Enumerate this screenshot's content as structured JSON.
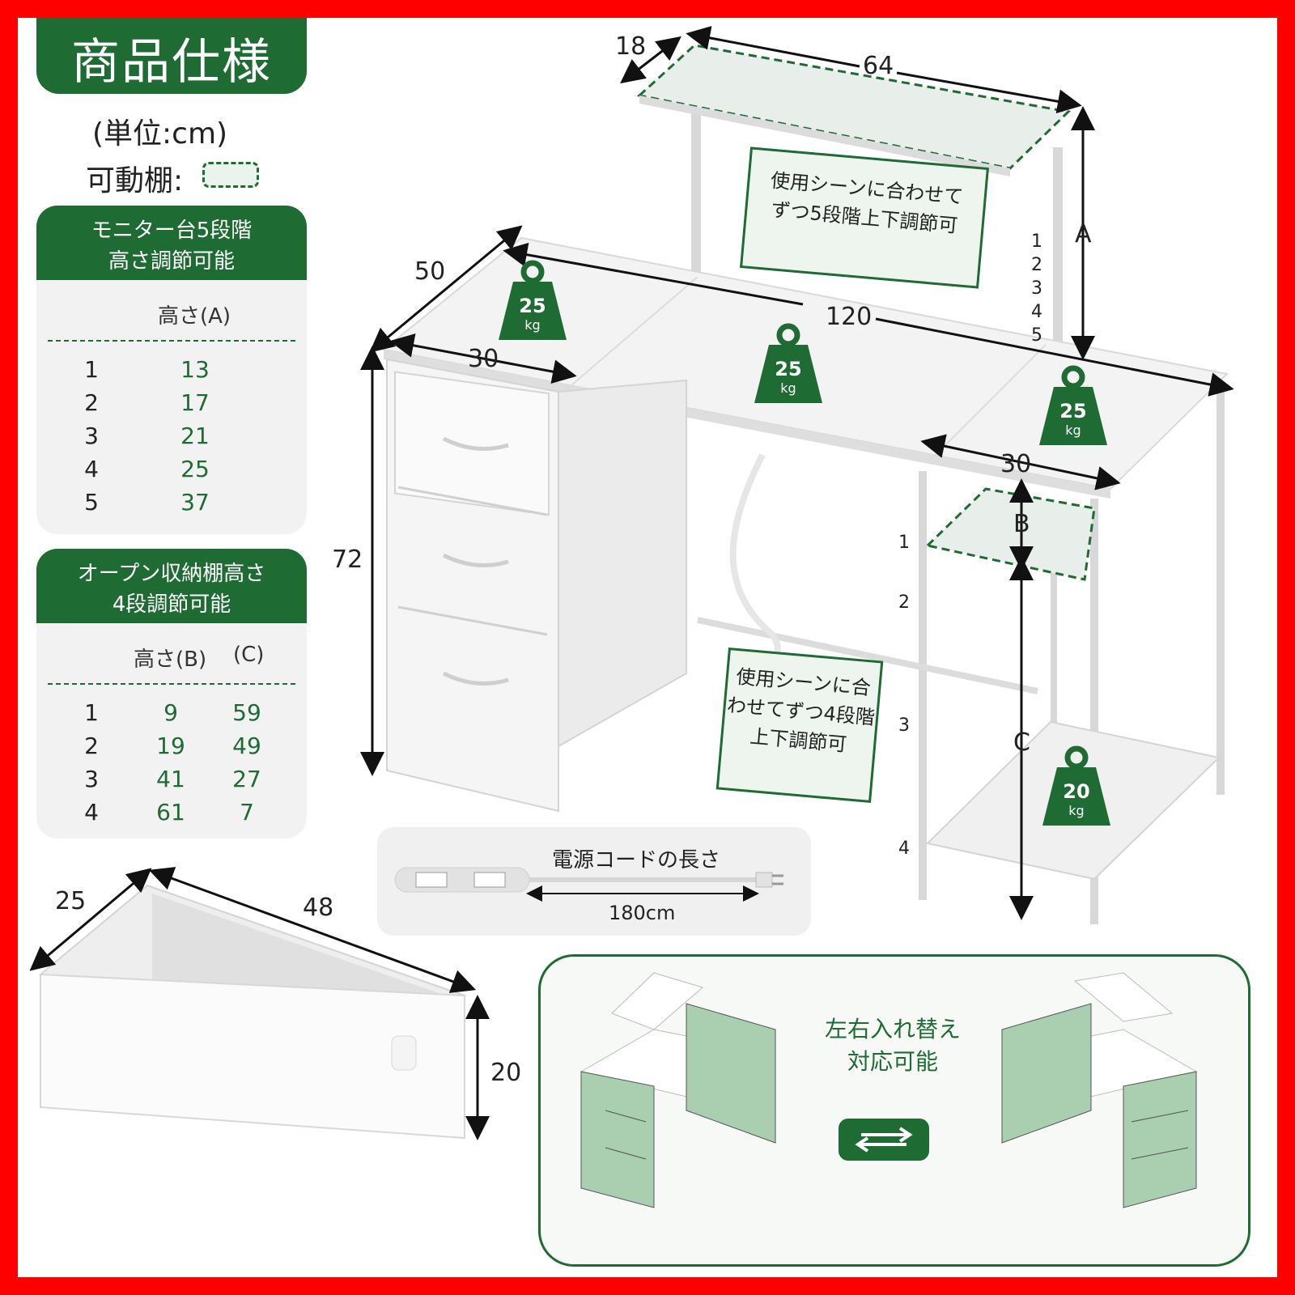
{
  "title": "商品仕様",
  "unit_note": "(単位:cm)",
  "adjustable_label": "可動棚:",
  "monitor_panel": {
    "heading_line1": "モニター台5段階",
    "heading_line2": "高さ調節可能",
    "col_header": "高さ(A)",
    "rows": [
      {
        "idx": "1",
        "a": "13"
      },
      {
        "idx": "2",
        "a": "17"
      },
      {
        "idx": "3",
        "a": "21"
      },
      {
        "idx": "4",
        "a": "25"
      },
      {
        "idx": "5",
        "a": "37"
      }
    ]
  },
  "open_panel": {
    "heading_line1": "オープン収納棚高さ",
    "heading_line2": "4段調節可能",
    "col_header_b": "高さ(B)",
    "col_header_c": "(C)",
    "rows": [
      {
        "idx": "1",
        "b": "9",
        "c": "59"
      },
      {
        "idx": "2",
        "b": "19",
        "c": "49"
      },
      {
        "idx": "3",
        "b": "41",
        "c": "27"
      },
      {
        "idx": "4",
        "b": "61",
        "c": "7"
      }
    ]
  },
  "dimensions": {
    "shelf_depth": "18",
    "shelf_width": "64",
    "desk_depth": "50",
    "desk_width": "120",
    "drawer_unit_width": "30",
    "side_shelf_width": "30",
    "desk_height": "72",
    "label_a": "A",
    "label_b": "B",
    "label_c": "C"
  },
  "monitor_levels": [
    "1",
    "2",
    "3",
    "4",
    "5"
  ],
  "shelf_levels": [
    "1",
    "2",
    "3",
    "4"
  ],
  "note_top": {
    "line1": "使用シーンに合わせて",
    "line2": "ずつ5段階上下調節可"
  },
  "note_mid": {
    "line1": "使用シーンに合",
    "line2": "わせてずつ4段階",
    "line3": "上下調節可"
  },
  "weights": [
    {
      "num": "25",
      "unit": "kg"
    },
    {
      "num": "25",
      "unit": "kg"
    },
    {
      "num": "25",
      "unit": "kg"
    },
    {
      "num": "20",
      "unit": "kg"
    }
  ],
  "cord": {
    "title": "電源コードの長さ",
    "length": "180cm"
  },
  "drawer": {
    "depth": "25",
    "width": "48",
    "height": "20"
  },
  "swap": {
    "line1": "左右入れ替え",
    "line2": "対応可能"
  },
  "colors": {
    "brand_green": "#1e6b33",
    "light_green": "#a9cfb0",
    "frame_red": "#ff0000"
  }
}
